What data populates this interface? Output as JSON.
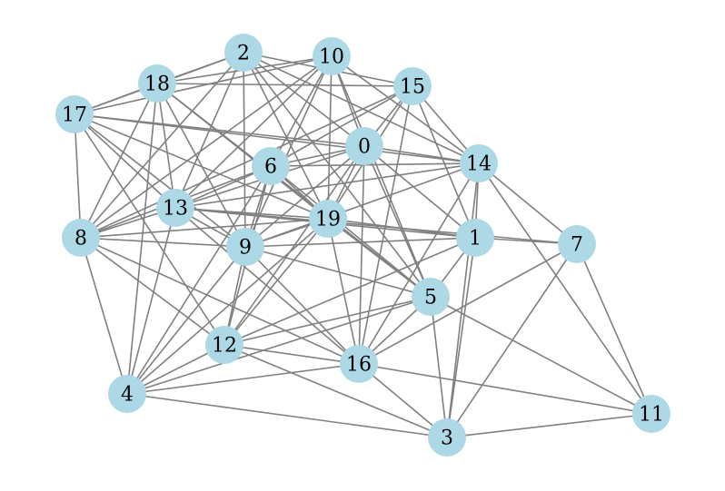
{
  "graph": {
    "node_color": "#add8e6",
    "edge_color": "#808080",
    "nodes": [
      {
        "id": "0",
        "label": "0"
      },
      {
        "id": "1",
        "label": "1"
      },
      {
        "id": "2",
        "label": "2"
      },
      {
        "id": "3",
        "label": "3"
      },
      {
        "id": "4",
        "label": "4"
      },
      {
        "id": "5",
        "label": "5"
      },
      {
        "id": "6",
        "label": "6"
      },
      {
        "id": "7",
        "label": "7"
      },
      {
        "id": "8",
        "label": "8"
      },
      {
        "id": "9",
        "label": "9"
      },
      {
        "id": "10",
        "label": "10"
      },
      {
        "id": "11",
        "label": "11"
      },
      {
        "id": "12",
        "label": "12"
      },
      {
        "id": "13",
        "label": "13"
      },
      {
        "id": "14",
        "label": "14"
      },
      {
        "id": "15",
        "label": "15"
      },
      {
        "id": "16",
        "label": "16"
      },
      {
        "id": "17",
        "label": "17"
      },
      {
        "id": "18",
        "label": "18"
      },
      {
        "id": "19",
        "label": "19"
      }
    ],
    "edges": [
      [
        "18",
        "2"
      ],
      [
        "18",
        "10"
      ],
      [
        "18",
        "15"
      ],
      [
        "18",
        "17"
      ],
      [
        "18",
        "13"
      ],
      [
        "18",
        "19"
      ],
      [
        "18",
        "9"
      ],
      [
        "18",
        "8"
      ],
      [
        "18",
        "4"
      ],
      [
        "18",
        "5"
      ],
      [
        "2",
        "17"
      ],
      [
        "2",
        "15"
      ],
      [
        "2",
        "0"
      ],
      [
        "2",
        "19"
      ],
      [
        "2",
        "13"
      ],
      [
        "2",
        "9"
      ],
      [
        "2",
        "8"
      ],
      [
        "2",
        "5"
      ],
      [
        "2",
        "14"
      ],
      [
        "10",
        "17"
      ],
      [
        "10",
        "0"
      ],
      [
        "10",
        "14"
      ],
      [
        "10",
        "6"
      ],
      [
        "10",
        "13"
      ],
      [
        "10",
        "19"
      ],
      [
        "10",
        "9"
      ],
      [
        "10",
        "8"
      ],
      [
        "10",
        "5"
      ],
      [
        "15",
        "6"
      ],
      [
        "15",
        "0"
      ],
      [
        "15",
        "14"
      ],
      [
        "15",
        "1"
      ],
      [
        "15",
        "19"
      ],
      [
        "15",
        "16"
      ],
      [
        "15",
        "8"
      ],
      [
        "17",
        "0"
      ],
      [
        "17",
        "14"
      ],
      [
        "17",
        "13"
      ],
      [
        "17",
        "19"
      ],
      [
        "17",
        "8"
      ],
      [
        "17",
        "9"
      ],
      [
        "17",
        "12"
      ],
      [
        "0",
        "6"
      ],
      [
        "0",
        "13"
      ],
      [
        "0",
        "14"
      ],
      [
        "0",
        "1"
      ],
      [
        "0",
        "5"
      ],
      [
        "0",
        "19"
      ],
      [
        "0",
        "16"
      ],
      [
        "0",
        "9"
      ],
      [
        "0",
        "12"
      ],
      [
        "6",
        "14"
      ],
      [
        "6",
        "13"
      ],
      [
        "6",
        "19"
      ],
      [
        "6",
        "9"
      ],
      [
        "6",
        "8"
      ],
      [
        "6",
        "4"
      ],
      [
        "6",
        "12"
      ],
      [
        "6",
        "5"
      ],
      [
        "14",
        "7"
      ],
      [
        "14",
        "13"
      ],
      [
        "14",
        "1"
      ],
      [
        "14",
        "9"
      ],
      [
        "14",
        "3"
      ],
      [
        "14",
        "11"
      ],
      [
        "13",
        "19"
      ],
      [
        "13",
        "1"
      ],
      [
        "13",
        "9"
      ],
      [
        "13",
        "4"
      ],
      [
        "13",
        "7"
      ],
      [
        "13",
        "16"
      ],
      [
        "13",
        "8"
      ],
      [
        "8",
        "19"
      ],
      [
        "8",
        "9"
      ],
      [
        "8",
        "12"
      ],
      [
        "8",
        "16"
      ],
      [
        "8",
        "4"
      ],
      [
        "19",
        "1"
      ],
      [
        "19",
        "9"
      ],
      [
        "19",
        "16"
      ],
      [
        "19",
        "5"
      ],
      [
        "19",
        "12"
      ],
      [
        "19",
        "4"
      ],
      [
        "1",
        "7"
      ],
      [
        "1",
        "9"
      ],
      [
        "1",
        "5"
      ],
      [
        "1",
        "3"
      ],
      [
        "1",
        "12"
      ],
      [
        "9",
        "5"
      ],
      [
        "9",
        "12"
      ],
      [
        "9",
        "16"
      ],
      [
        "9",
        "4"
      ],
      [
        "7",
        "16"
      ],
      [
        "7",
        "11"
      ],
      [
        "7",
        "3"
      ],
      [
        "5",
        "12"
      ],
      [
        "5",
        "16"
      ],
      [
        "5",
        "3"
      ],
      [
        "5",
        "11"
      ],
      [
        "5",
        "4"
      ],
      [
        "12",
        "16"
      ],
      [
        "12",
        "3"
      ],
      [
        "12",
        "4"
      ],
      [
        "16",
        "4"
      ],
      [
        "16",
        "3"
      ],
      [
        "16",
        "11"
      ],
      [
        "16",
        "14"
      ],
      [
        "4",
        "3"
      ],
      [
        "3",
        "11"
      ]
    ]
  }
}
